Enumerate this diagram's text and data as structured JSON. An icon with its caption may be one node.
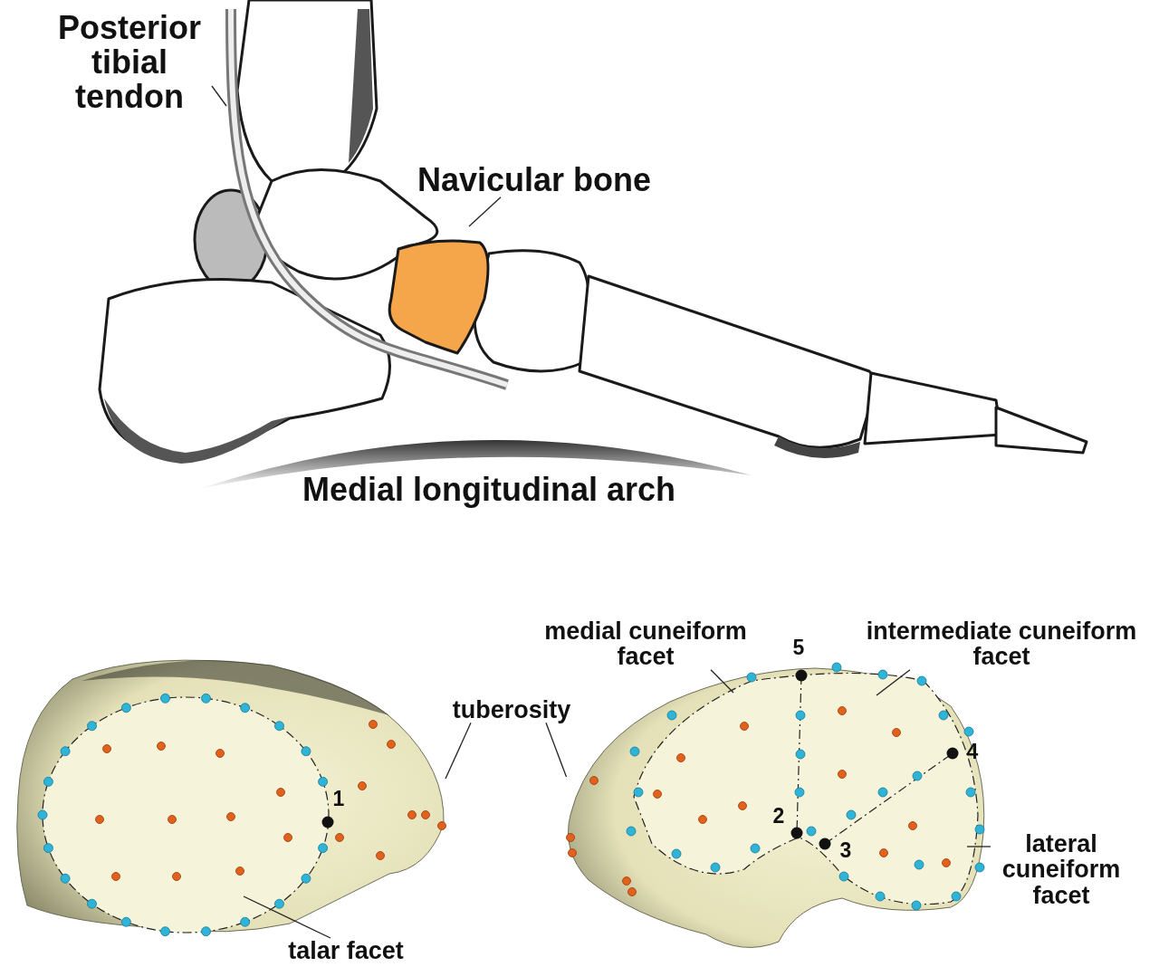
{
  "diagram": {
    "nodes": [
      {
        "text": [
          "Posterior tibial tendon"
        ]
      },
      {
        "text": [
          "Navicular bone"
        ]
      },
      {
        "text": [
          "medial cuneiform facet"
        ]
      },
      {
        "text": [
          "intermediate cuneiform facet"
        ]
      },
      {
        "text": [
          "tuberosity"
        ]
      },
      {
        "text": [
          "lateral cuneiform facet"
        ]
      },
      {
        "text": [
          "talar facet"
        ]
      },
      {
        "text": [],
        "shape": "picture"
      },
      {
        "text": [],
        "shape": "picture"
      }
    ],
    "edges": [
      {
        "from": 0,
        "to": null,
        "arrow": "none"
      },
      {
        "from": 1,
        "to": null,
        "arrow": "none"
      },
      {
        "from": 2,
        "to": 8,
        "arrow": "none"
      },
      {
        "from": 3,
        "to": 8,
        "arrow": "none"
      },
      {
        "from": 4,
        "to": 7,
        "arrow": "none"
      },
      {
        "from": 4,
        "to": 8,
        "arrow": "none"
      },
      {
        "from": 5,
        "to": 8,
        "arrow": "none"
      },
      {
        "from": 6,
        "to": 7,
        "arrow": "none"
      }
    ],
    "labels": [
      "Medial longitudinal arch",
      "5",
      "4",
      "1",
      "2",
      "3"
    ]
  }
}
